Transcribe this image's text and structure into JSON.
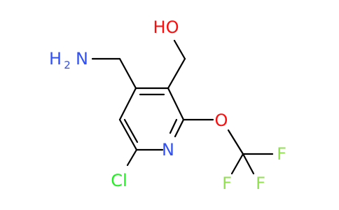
{
  "molecule": {
    "atoms": {
      "oh": "HO",
      "amine_h": "H",
      "amine_sub": "2",
      "amine_n": "N",
      "ring_n": "N",
      "o_ether": "O",
      "cl": "Cl",
      "f1": "F",
      "f2": "F",
      "f3": "F"
    },
    "colors": {
      "bond": "#000000",
      "nitrogen": "#3050F8",
      "oxygen": "#FF0D0D",
      "chlorine": "#1FF01F",
      "fluorine": "#90E050"
    }
  }
}
